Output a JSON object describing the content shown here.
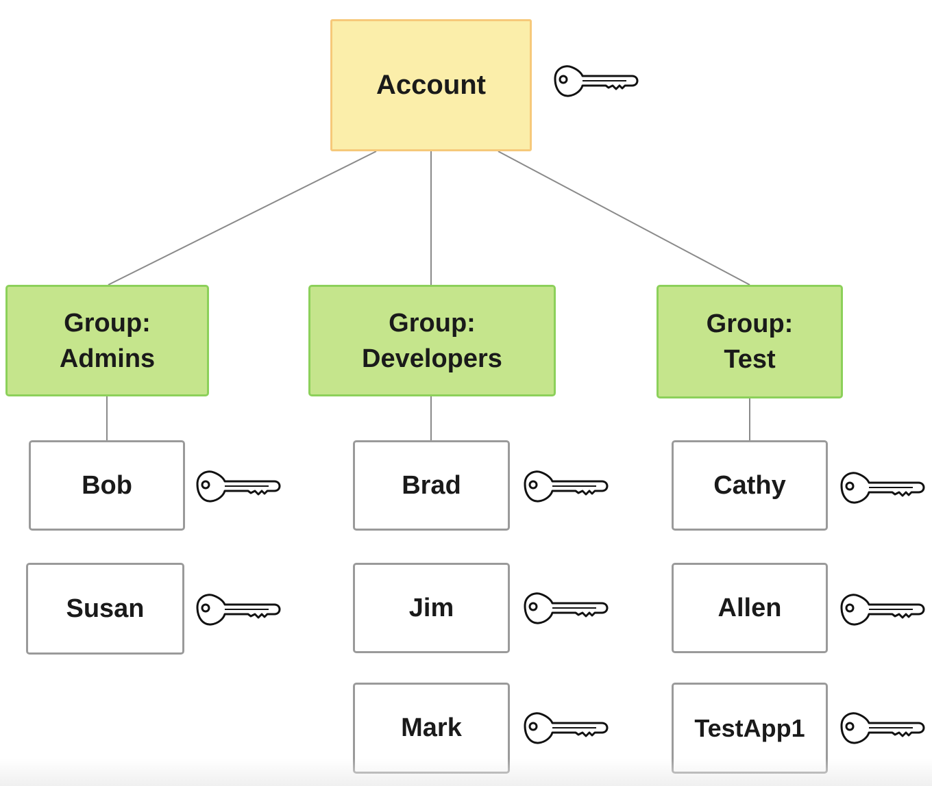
{
  "colors": {
    "account_fill": "#fbeeaa",
    "account_border": "#f6c97a",
    "group_fill": "#c5e58c",
    "group_border": "#8cd05a",
    "user_fill": "#ffffff",
    "user_border": "#9a9a9a",
    "connector": "#8a8a8a"
  },
  "icons": {
    "credential": "key-icon"
  },
  "account": {
    "label": "Account"
  },
  "groups": [
    {
      "line1": "Group:",
      "line2": "Admins",
      "users": [
        "Bob",
        "Susan"
      ]
    },
    {
      "line1": "Group:",
      "line2": "Developers",
      "users": [
        "Brad",
        "Jim",
        "Mark"
      ]
    },
    {
      "line1": "Group:",
      "line2": "Test",
      "users": [
        "Cathy",
        "Allen",
        "TestApp1"
      ]
    }
  ]
}
